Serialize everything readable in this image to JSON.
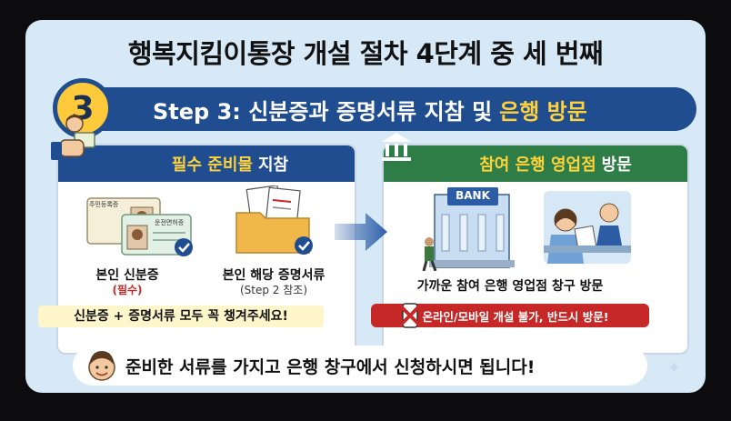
{
  "title": "행복지킴이통장 개설 절차 4단계 중 세 번째",
  "step": {
    "number": "3",
    "label": "Step 3: 신분증과 증명서류 지참 및",
    "highlight": "은행 방문"
  },
  "left_panel": {
    "heading_highlight": "필수 준비물",
    "heading_rest": "지참",
    "item1_label": "본인 신분증",
    "item1_sub": "(필수)",
    "item2_label": "본인 해당 증명서류",
    "item2_sub": "(Step 2 참조)",
    "note": "신분증 + 증명서류 모두 꼭 챙겨주세요!",
    "id_card_text1": "주민등록증",
    "id_card_text2": "운전면허증"
  },
  "right_panel": {
    "heading_highlight": "참여 은행 영업점",
    "heading_rest": "방문",
    "bank_sign": "BANK",
    "caption": "가까운 참여 은행 영업점 창구 방문",
    "warning": "※ 온라인/모바일 개설 불가, 반드시 방문!"
  },
  "bottom_message": "준비한 서류를 가지고 은행 창구에서 신청하시면 됩니다!",
  "colors": {
    "background": "#d7e8f6",
    "navy": "#1f4d8f",
    "green": "#2e7d46",
    "yellow": "#ffd23c",
    "red": "#c62828"
  }
}
